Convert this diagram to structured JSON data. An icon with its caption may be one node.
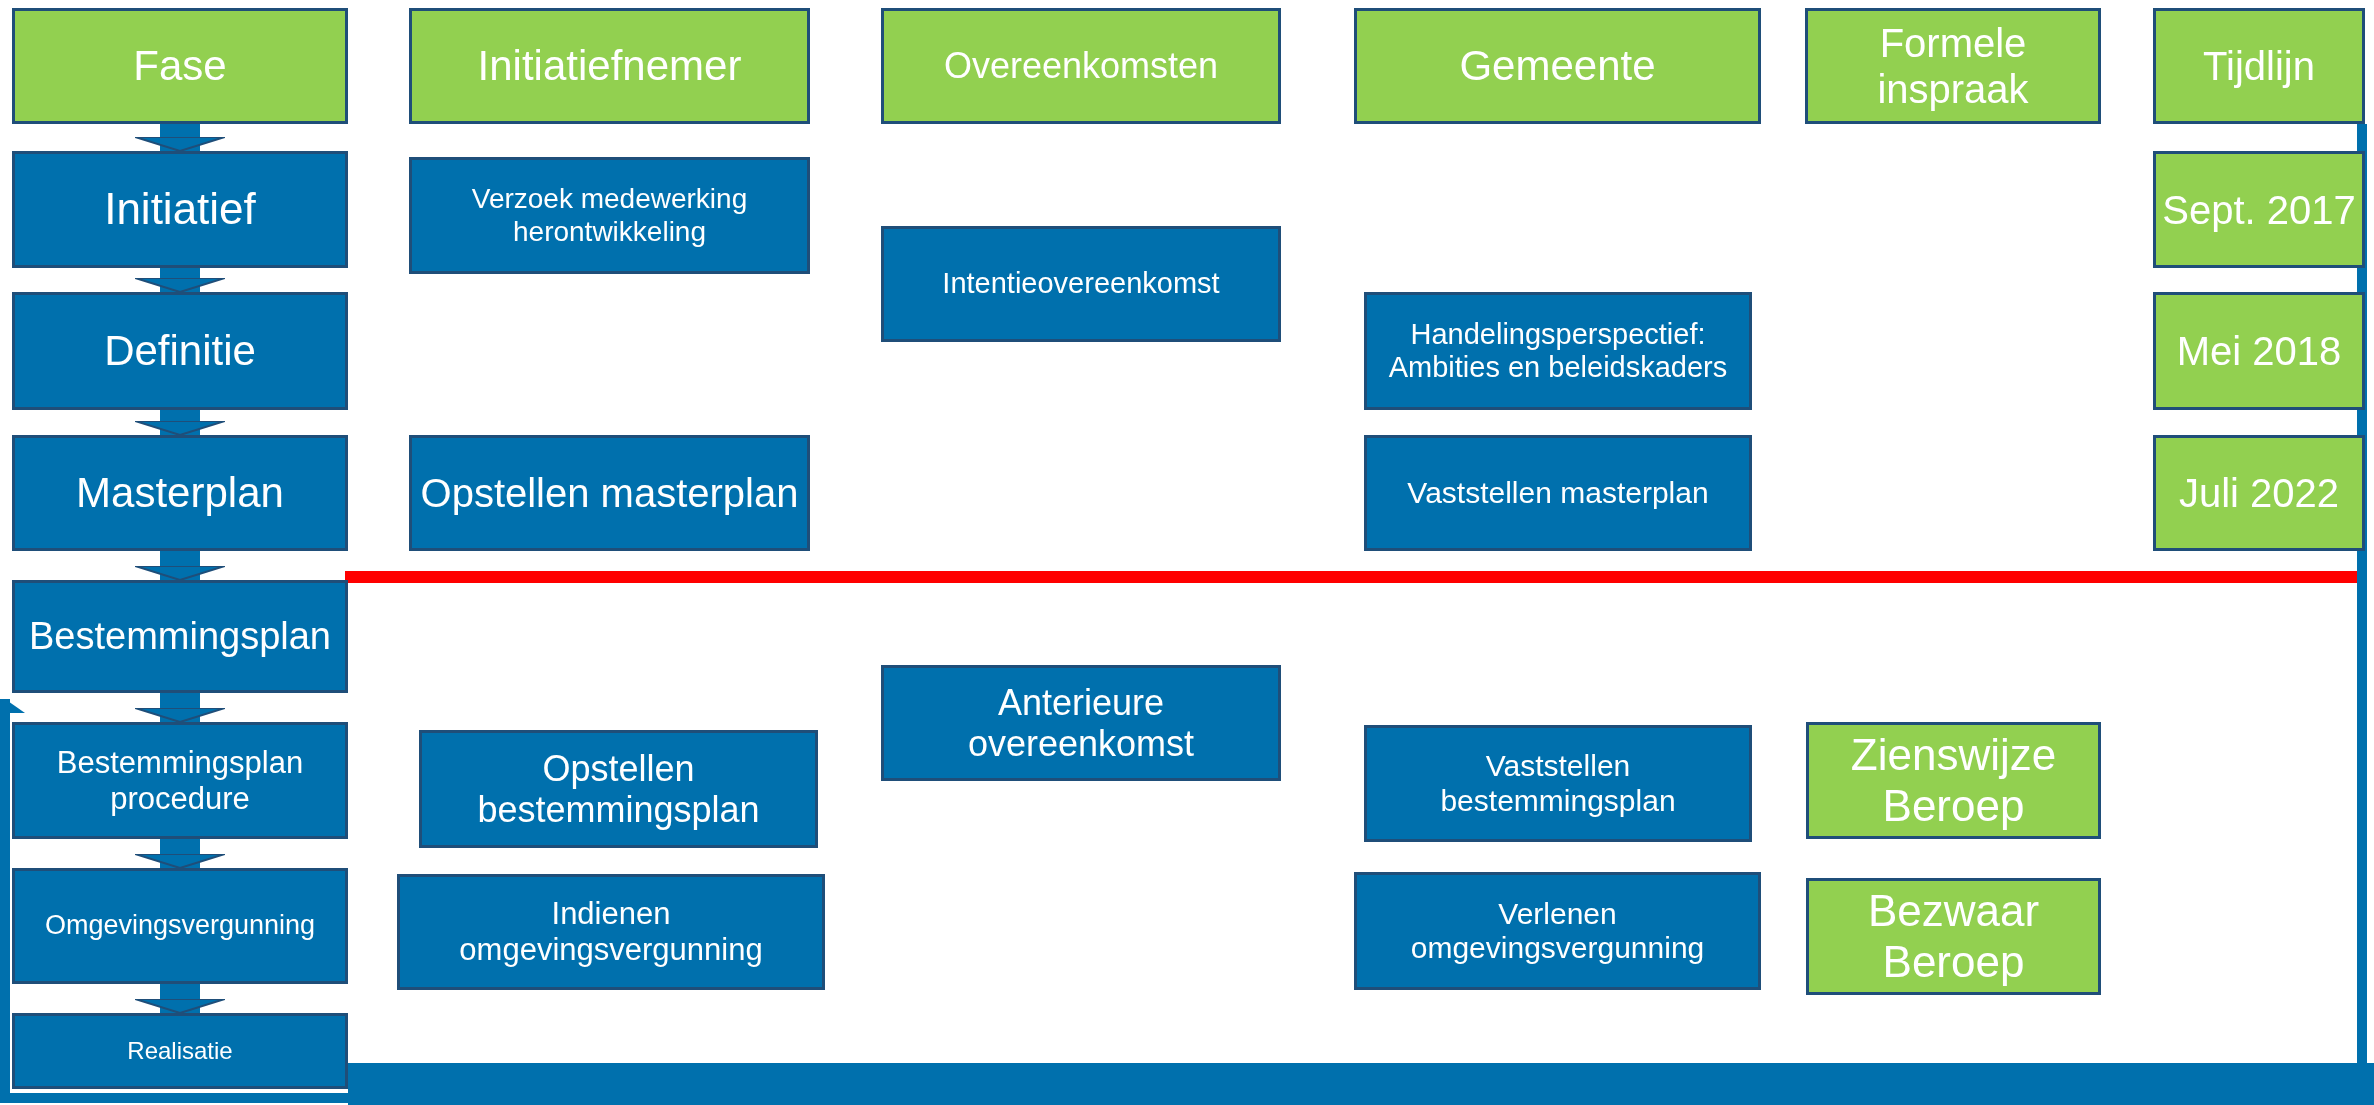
{
  "diagram": {
    "nodes": [
      {
        "text": [
          "Fase"
        ]
      },
      {
        "text": [
          "Initiatiefnemer"
        ]
      },
      {
        "text": [
          "Overeenkomsten"
        ]
      },
      {
        "text": [
          "Gemeente"
        ]
      },
      {
        "text": [
          "Formele inspraak"
        ]
      },
      {
        "text": [
          "Tijdlijn"
        ]
      },
      {
        "text": [
          "Initiatief"
        ]
      },
      {
        "text": [
          "Definitie"
        ]
      },
      {
        "text": [
          "Masterplan"
        ]
      },
      {
        "text": [
          "Bestemmingsplan"
        ]
      },
      {
        "text": [
          "Bestemmingsplan procedure"
        ]
      },
      {
        "text": [
          "Omgevingsvergunning"
        ]
      },
      {
        "text": [
          "Realisatie"
        ]
      },
      {
        "text": [
          "Verzoek medewerking herontwikkeling"
        ]
      },
      {
        "text": [
          "Opstellen masterplan"
        ]
      },
      {
        "text": [
          "Opstellen bestemmingsplan"
        ]
      },
      {
        "text": [
          "Indienen omgevingsvergunning"
        ]
      },
      {
        "text": [
          "Intentieovereenkomst"
        ]
      },
      {
        "text": [
          "Anterieure overeenkomst"
        ]
      },
      {
        "text": [
          "Handelingsperspectief: Ambities en beleidskaders"
        ]
      },
      {
        "text": [
          "Vaststellen masterplan"
        ]
      },
      {
        "text": [
          "Vaststellen bestemmingsplan"
        ]
      },
      {
        "text": [
          "Verlenen omgevingsvergunning"
        ]
      },
      {
        "text": [
          "Zienswijze Beroep"
        ]
      },
      {
        "text": [
          "Bezwaar Beroep"
        ]
      },
      {
        "text": [
          "Sept. 2017"
        ]
      },
      {
        "text": [
          "Mei 2018"
        ]
      },
      {
        "text": [
          "Juli 2022"
        ]
      }
    ],
    "edges": [
      {
        "from": 0,
        "to": 6,
        "arrow": "to"
      },
      {
        "from": 6,
        "to": 7,
        "arrow": "to"
      },
      {
        "from": 7,
        "to": 8,
        "arrow": "to"
      },
      {
        "from": 8,
        "to": 9,
        "arrow": "to"
      },
      {
        "from": 9,
        "to": 10,
        "arrow": "to"
      },
      {
        "from": 10,
        "to": 11,
        "arrow": "to"
      },
      {
        "from": 11,
        "to": 12,
        "arrow": "to"
      },
      {
        "from": 5,
        "to": 9,
        "arrow": "to"
      }
    ]
  }
}
